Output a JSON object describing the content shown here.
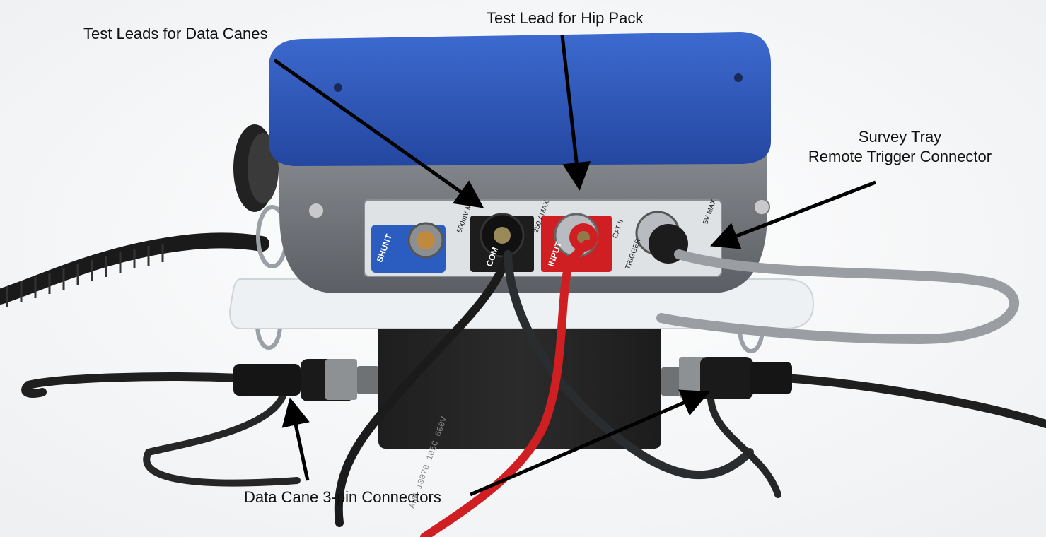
{
  "callouts": {
    "test_leads_data_canes": "Test Leads for Data Canes",
    "test_lead_hip_pack": "Test Lead for Hip Pack",
    "survey_tray_line1": "Survey Tray",
    "survey_tray_line2": "Remote Trigger Connector",
    "data_cane_connectors": "Data Cane 3-pin Connectors"
  },
  "device_markings": {
    "shunt": "SHUNT",
    "com": "COM",
    "input": "INPUT",
    "trigger": "TRIGGER",
    "range_500mv": "500mV MAX",
    "range_250v": "250V MAX",
    "cat": "CAT II",
    "range_5v": "5V MAX",
    "cable_print": "AWM 10070 105C 600V"
  },
  "colors": {
    "device_blue": "#2c55b5",
    "device_gray": "#6f7378",
    "lead_red": "#d01f22",
    "lead_black": "#1b1b1b",
    "cable_gray": "#9a9ea2",
    "tray_white": "#eef1f3"
  }
}
